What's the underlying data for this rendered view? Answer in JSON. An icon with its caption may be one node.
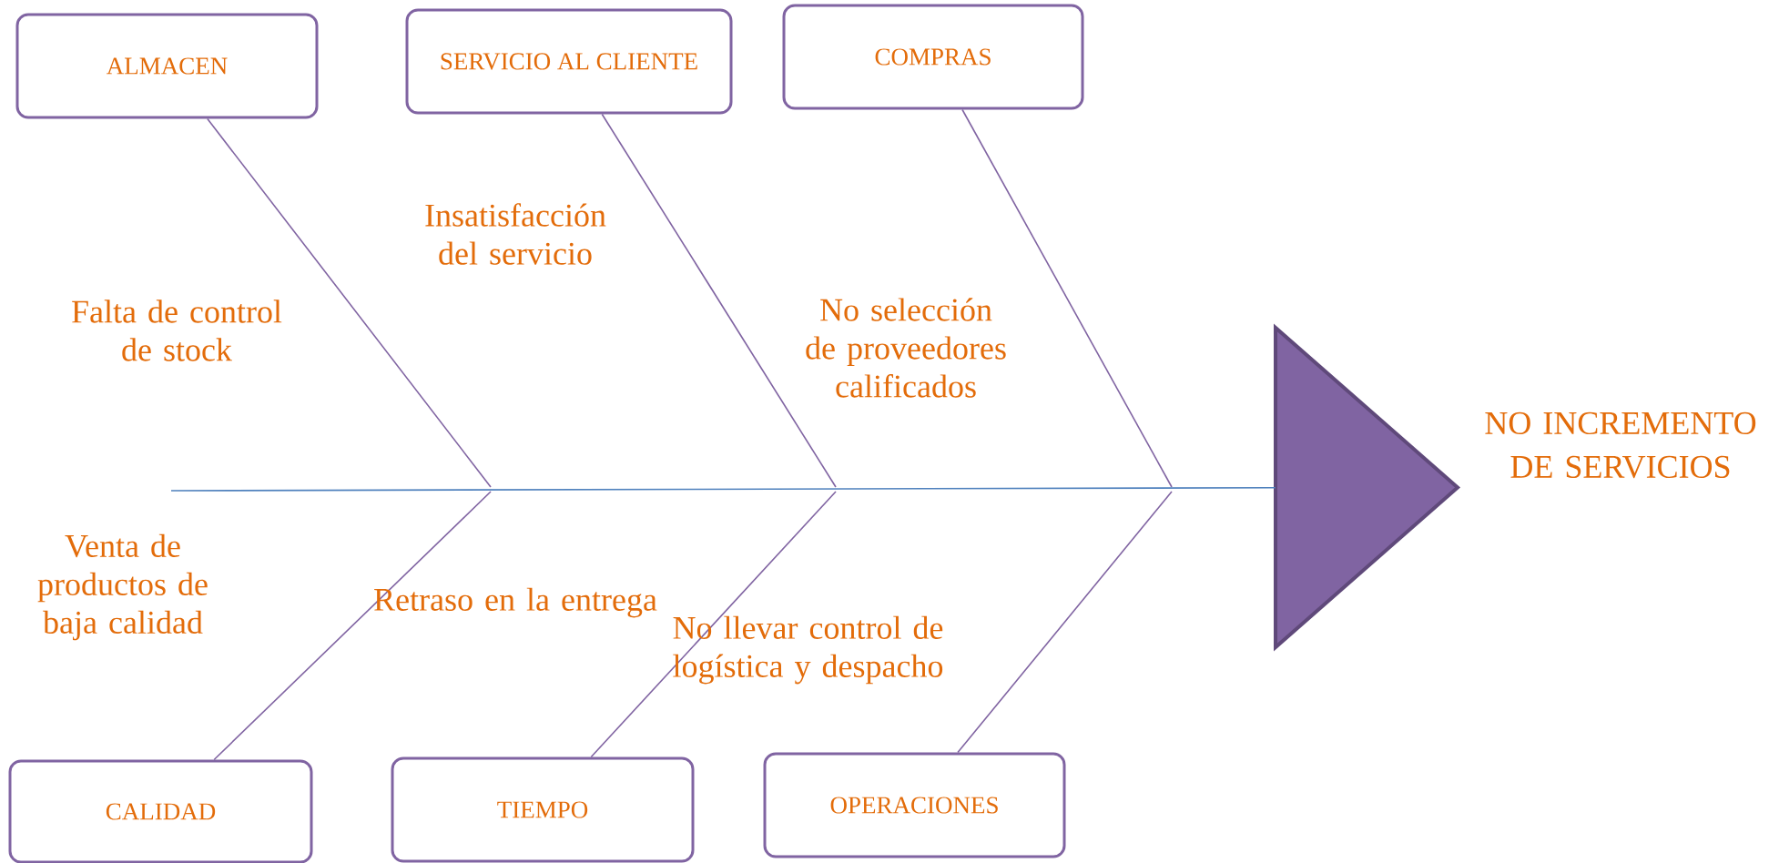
{
  "diagram": {
    "nodes": [
      {
        "text": [
          "ALMACEN"
        ]
      },
      {
        "text": [
          "SERVICIO AL CLIENTE"
        ]
      },
      {
        "text": [
          "COMPRAS"
        ]
      },
      {
        "text": [],
        "shape": "triangle",
        "beside": [
          "NO INCREMENTO DE SERVICIOS"
        ]
      },
      {
        "text": [
          "CALIDAD"
        ]
      },
      {
        "text": [
          "TIEMPO"
        ]
      },
      {
        "text": [
          "OPERACIONES"
        ]
      }
    ],
    "edges": [
      {
        "from": 0,
        "to": null,
        "arrow": "none"
      },
      {
        "from": 1,
        "to": null,
        "arrow": "none"
      },
      {
        "from": 2,
        "to": null,
        "arrow": "none"
      },
      {
        "from": null,
        "to": 3,
        "arrow": "none",
        "color": "#4f81bd"
      },
      {
        "from": 4,
        "to": null,
        "arrow": "none"
      },
      {
        "from": 5,
        "to": null,
        "arrow": "none"
      },
      {
        "from": 6,
        "to": null,
        "arrow": "none"
      }
    ],
    "labels": [
      "Insatisfacción del servicio",
      "Falta de control de stock",
      "No selección de proveedores calificados",
      "Venta de productos de baja calidad",
      "Retraso en la entrega",
      "No llevar control de logística y despacho"
    ]
  }
}
